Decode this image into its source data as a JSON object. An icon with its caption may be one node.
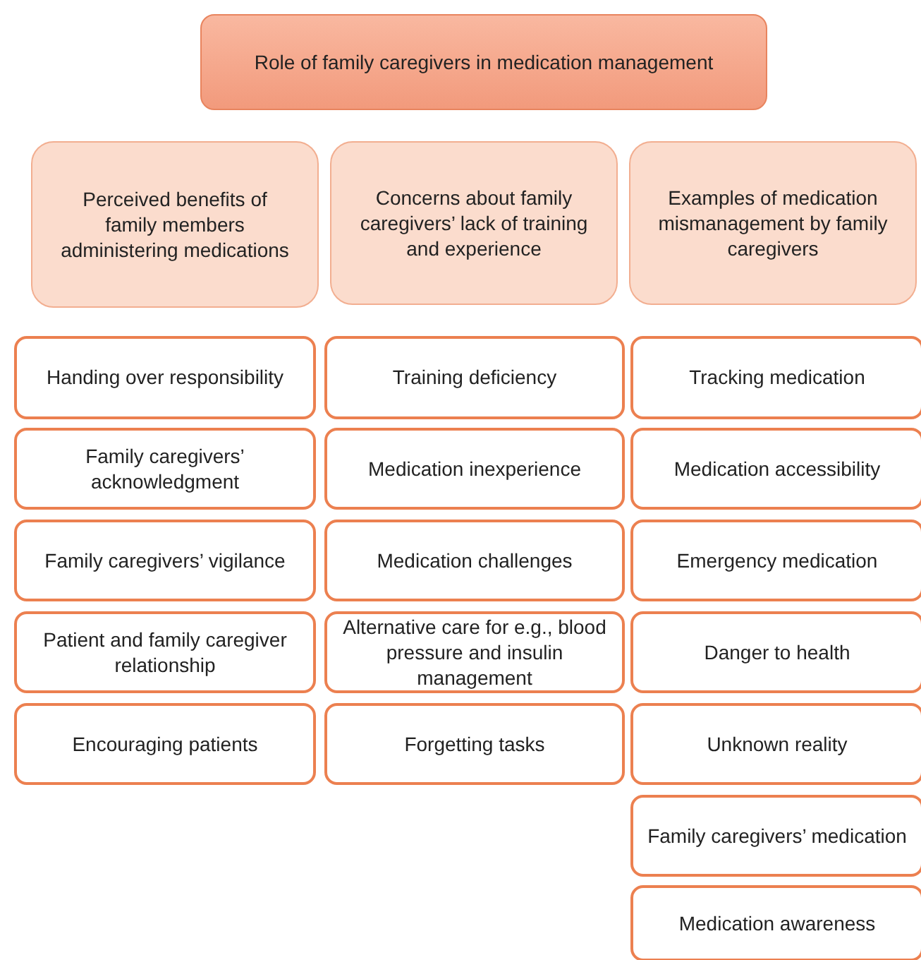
{
  "diagram": {
    "nodes": [
      {
        "text": [
          "Role of family caregivers in medication management"
        ]
      },
      {
        "text": [
          "Perceived benefits of family members administering medications"
        ]
      },
      {
        "text": [
          "Concerns about family caregivers’ lack of training and experience"
        ]
      },
      {
        "text": [
          "Examples of medication mismanagement by family caregivers"
        ]
      },
      {
        "text": [
          "Handing over responsibility"
        ]
      },
      {
        "text": [
          "Training deficiency"
        ]
      },
      {
        "text": [
          "Tracking medication"
        ]
      },
      {
        "text": [
          "Family caregivers’ acknowledgment"
        ]
      },
      {
        "text": [
          "Medication inexperience"
        ]
      },
      {
        "text": [
          "Medication accessibility"
        ]
      },
      {
        "text": [
          "Family caregivers’ vigilance"
        ]
      },
      {
        "text": [
          "Medication challenges"
        ]
      },
      {
        "text": [
          "Emergency medication"
        ]
      },
      {
        "text": [
          "Patient and family caregiver relationship"
        ]
      },
      {
        "text": [
          "Alternative care for e.g., blood pressure and insulin management"
        ]
      },
      {
        "text": [
          "Danger to health"
        ]
      },
      {
        "text": [
          "Encouraging patients"
        ]
      },
      {
        "text": [
          "Forgetting tasks"
        ]
      },
      {
        "text": [
          "Unknown reality"
        ]
      },
      {
        "text": [
          "Family caregivers’ medication"
        ]
      },
      {
        "text": [
          "Medication awareness"
        ]
      }
    ]
  }
}
